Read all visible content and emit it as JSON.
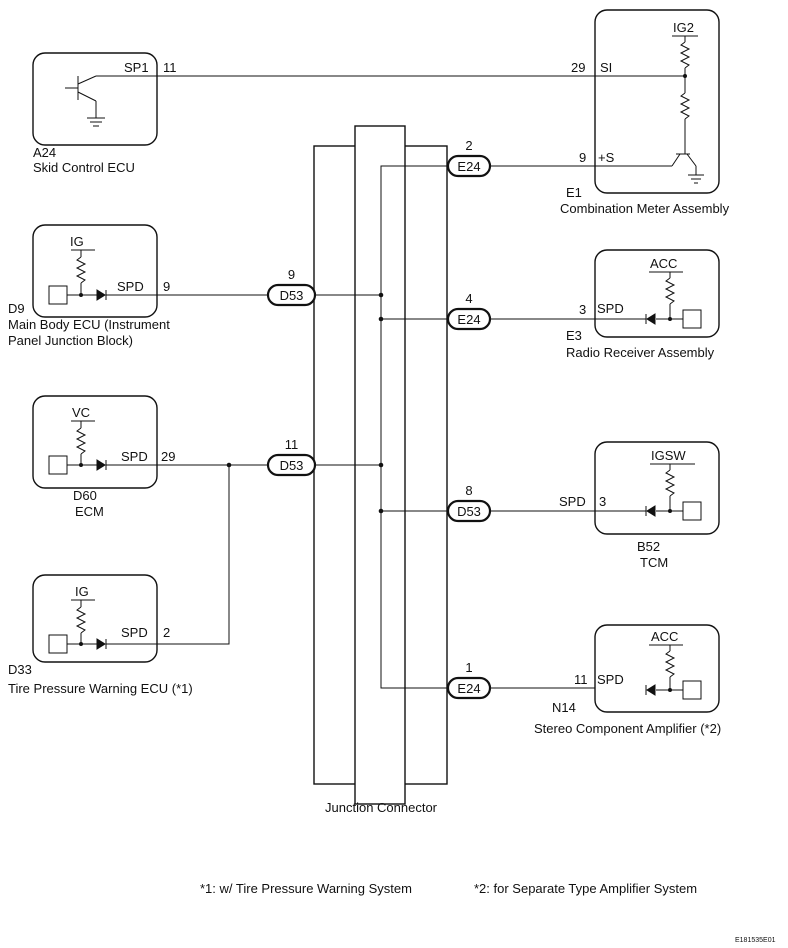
{
  "components": {
    "skid": {
      "code": "A24",
      "name": "Skid Control ECU",
      "pin_label": "SP1",
      "pin": "11"
    },
    "main_body": {
      "code": "D9",
      "name_line1": "Main Body ECU (Instrument",
      "name_line2": "Panel Junction Block)",
      "supply": "IG",
      "pin_label": "SPD",
      "pin": "9"
    },
    "ecm": {
      "code": "D60",
      "name": "ECM",
      "supply": "VC",
      "pin_label": "SPD",
      "pin": "29"
    },
    "tire": {
      "code": "D33",
      "name": "Tire Pressure Warning ECU (*1)",
      "supply": "IG",
      "pin_label": "SPD",
      "pin": "2"
    },
    "meter": {
      "code": "E1",
      "name": "Combination Meter Assembly",
      "supply": "IG2",
      "si_label": "SI",
      "si_pin": "29",
      "s_label": "+S",
      "s_pin": "9"
    },
    "radio": {
      "code": "E3",
      "name": "Radio Receiver Assembly",
      "supply": "ACC",
      "pin_label": "SPD",
      "pin": "3"
    },
    "tcm": {
      "code": "B52",
      "name": "TCM",
      "supply": "IGSW",
      "pin_label": "SPD",
      "pin": "3"
    },
    "amp": {
      "code": "N14",
      "name": "Stereo Component Amplifier (*2)",
      "supply": "ACC",
      "pin_label": "SPD",
      "pin": "11"
    }
  },
  "connectors": {
    "d53_main": {
      "name": "D53",
      "pin": "9"
    },
    "d53_ecm": {
      "name": "D53",
      "pin": "11"
    },
    "e24_meter": {
      "name": "E24",
      "pin": "2"
    },
    "e24_radio": {
      "name": "E24",
      "pin": "4"
    },
    "d53_tcm": {
      "name": "D53",
      "pin": "8"
    },
    "e24_amp": {
      "name": "E24",
      "pin": "1"
    }
  },
  "junction_connector_label": "Junction Connector",
  "footnotes": {
    "note1": "*1: w/ Tire Pressure Warning System",
    "note2": "*2: for Separate Type Amplifier System"
  },
  "figure_id": "E181535E01"
}
